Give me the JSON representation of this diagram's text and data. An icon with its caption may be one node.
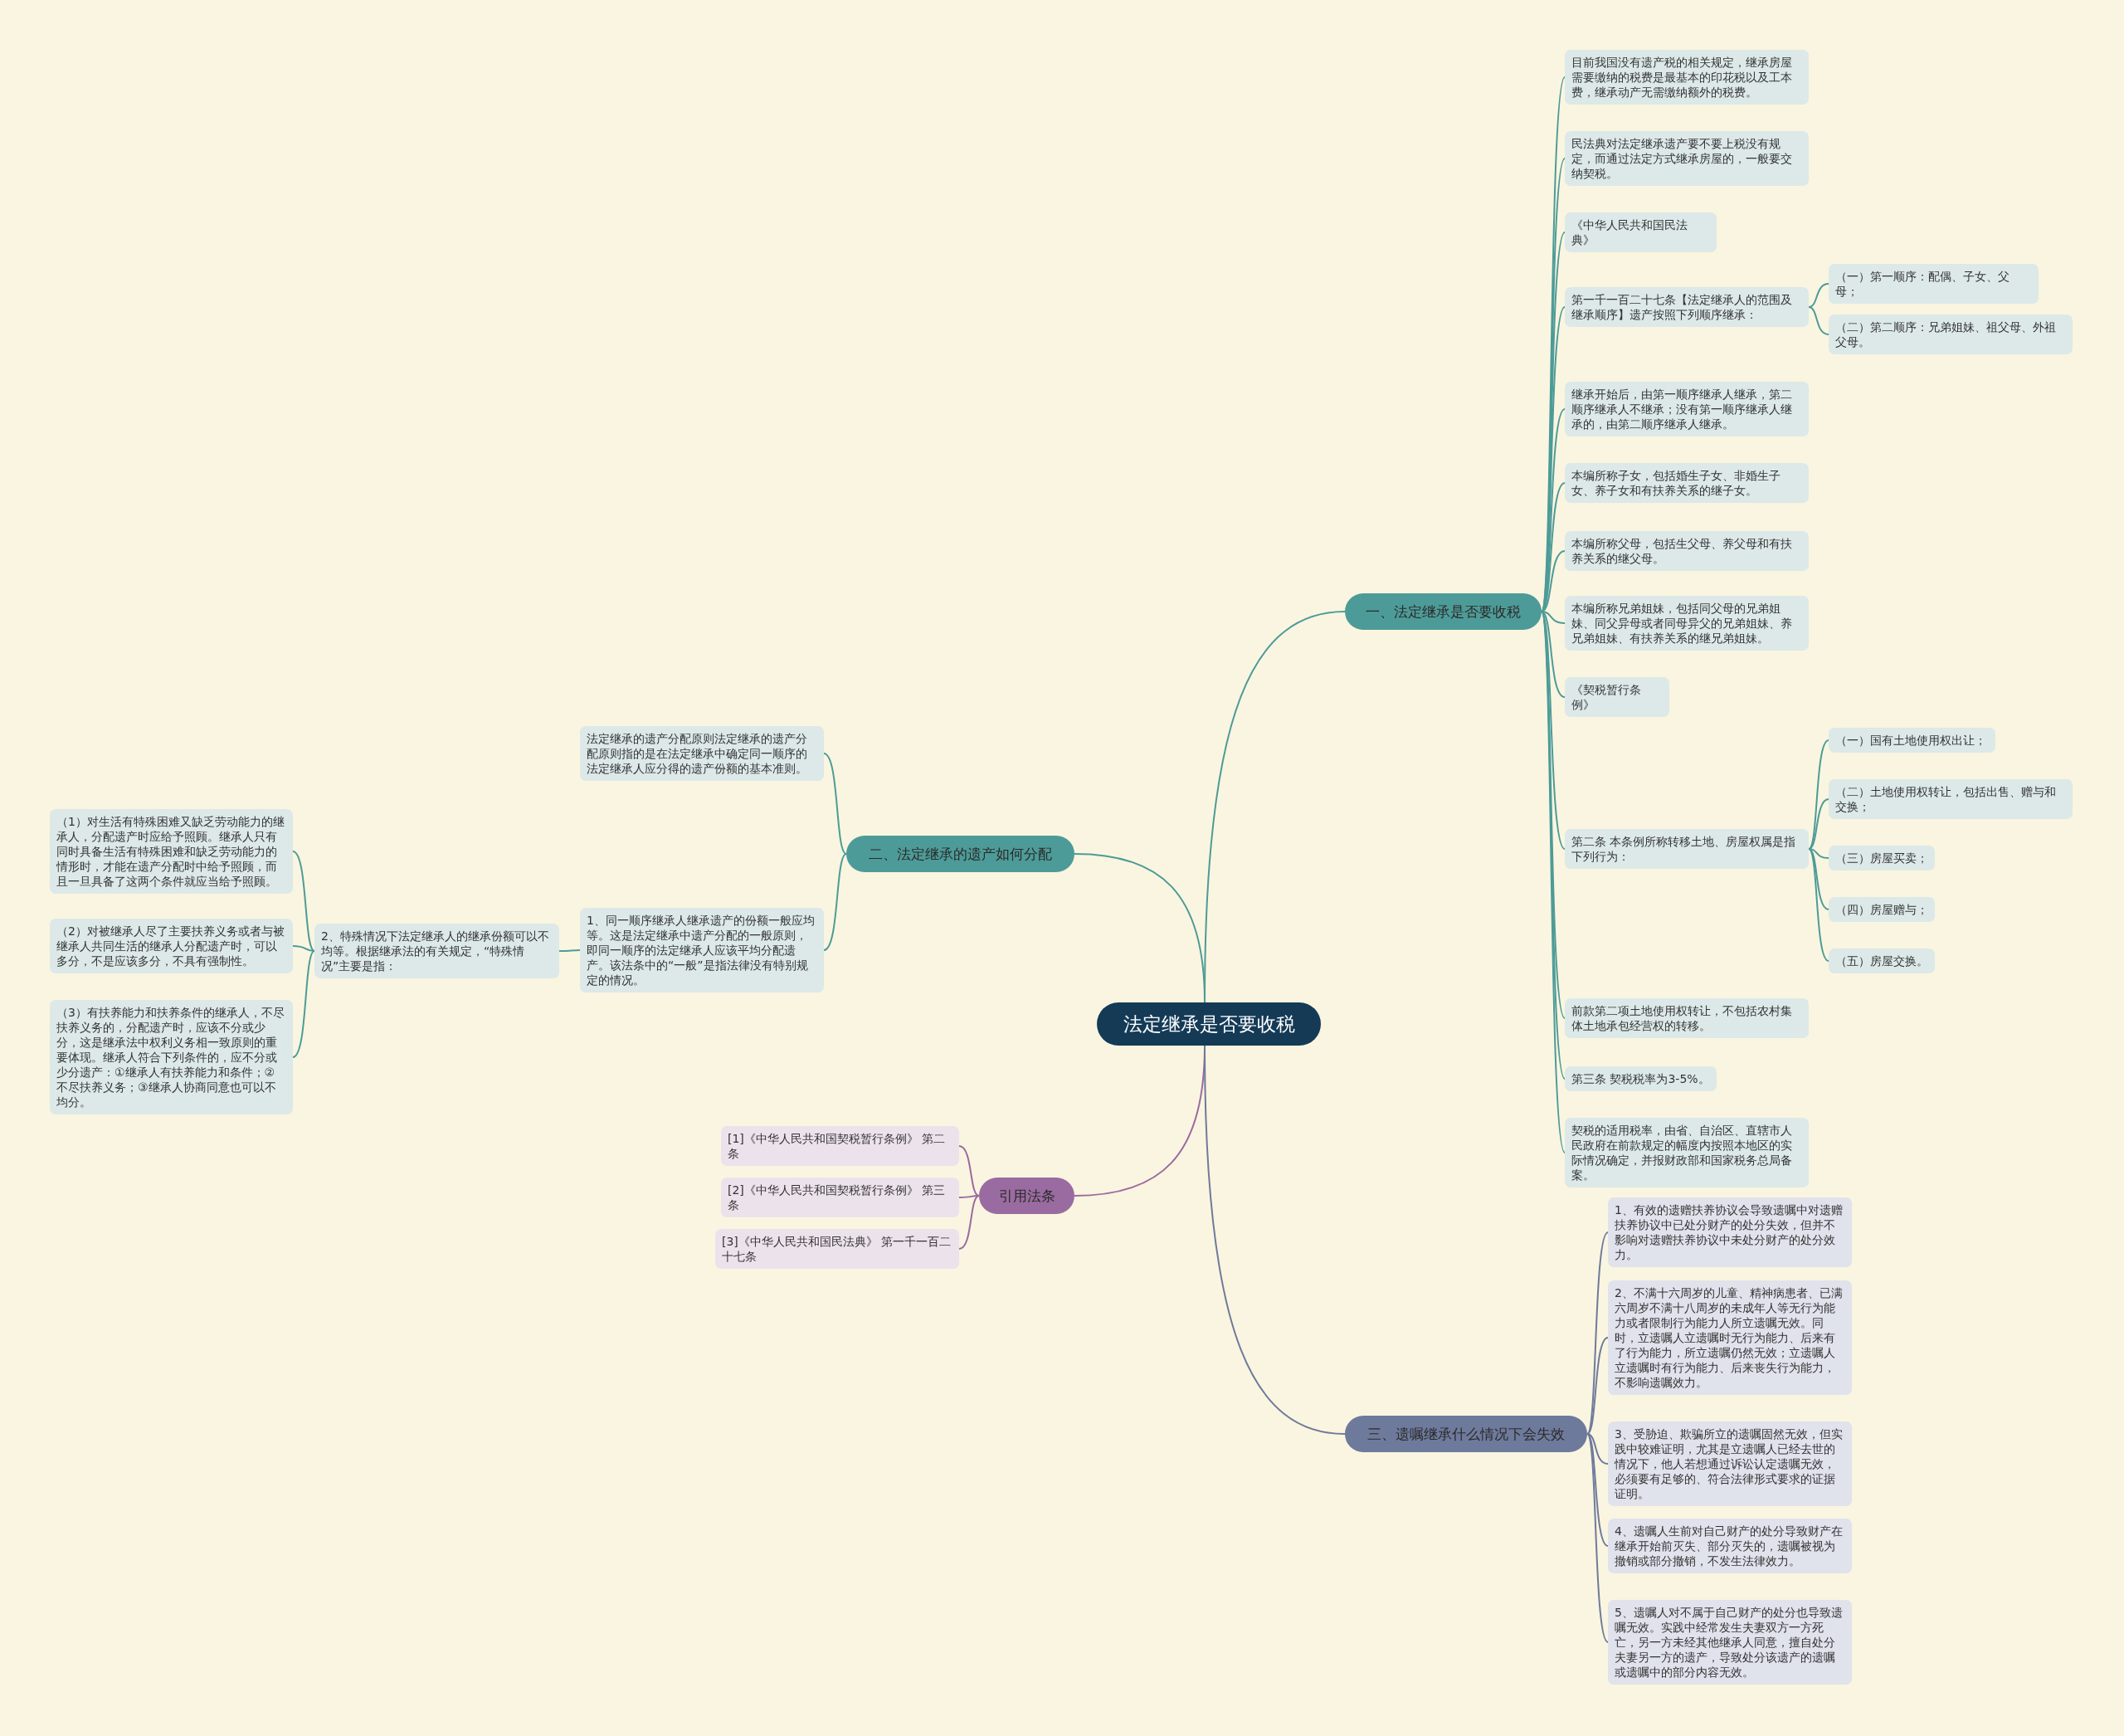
{
  "diagram": {
    "nodes": [
      {
        "text": [
          "法定继承是否要收税"
        ]
      },
      {
        "text": [
          "一、法定继承是否要收税"
        ]
      },
      {
        "text": [
          "目前我国没有遗产税的相关规定，继承房屋需要缴纳的税费是最基本的印花税以及工本费，继承动产无需缴纳额外的税费。"
        ]
      },
      {
        "text": [
          "民法典对法定继承遗产要不要上税没有规定，而通过法定方式继承房屋的，一般要交纳契税。"
        ]
      },
      {
        "text": [
          "《中华人民共和国民法典》"
        ]
      },
      {
        "text": [
          "第一千一百二十七条【法定继承人的范围及继承顺序】遗产按照下列顺序继承："
        ]
      },
      {
        "text": [
          "（一）第一顺序：配偶、子女、父母；"
        ]
      },
      {
        "text": [
          "（二）第二顺序：兄弟姐妹、祖父母、外祖父母。"
        ]
      },
      {
        "text": [
          "继承开始后，由第一顺序继承人继承，第二顺序继承人不继承；没有第一顺序继承人继承的，由第二顺序继承人继承。"
        ]
      },
      {
        "text": [
          "本编所称子女，包括婚生子女、非婚生子女、养子女和有扶养关系的继子女。"
        ]
      },
      {
        "text": [
          "本编所称父母，包括生父母、养父母和有扶养关系的继父母。"
        ]
      },
      {
        "text": [
          "本编所称兄弟姐妹，包括同父母的兄弟姐妹、同父异母或者同母异父的兄弟姐妹、养兄弟姐妹、有扶养关系的继兄弟姐妹。"
        ]
      },
      {
        "text": [
          "《契税暂行条例》"
        ]
      },
      {
        "text": [
          "第二条 本条例所称转移土地、房屋权属是指下列行为："
        ]
      },
      {
        "text": [
          "（一）国有土地使用权出让；"
        ]
      },
      {
        "text": [
          "（二）土地使用权转让，包括出售、赠与和交换；"
        ]
      },
      {
        "text": [
          "（三）房屋买卖；"
        ]
      },
      {
        "text": [
          "（四）房屋赠与；"
        ]
      },
      {
        "text": [
          "（五）房屋交换。"
        ]
      },
      {
        "text": [
          "前款第二项土地使用权转让，不包括农村集体土地承包经营权的转移。"
        ]
      },
      {
        "text": [
          "第三条 契税税率为3-5%。"
        ]
      },
      {
        "text": [
          "契税的适用税率，由省、自治区、直辖市人民政府在前款规定的幅度内按照本地区的实际情况确定，并报财政部和国家税务总局备案。"
        ]
      },
      {
        "text": [
          "二、法定继承的遗产如何分配"
        ]
      },
      {
        "text": [
          "法定继承的遗产分配原则法定继承的遗产分配原则指的是在法定继承中确定同一顺序的法定继承人应分得的遗产份额的基本准则。"
        ]
      },
      {
        "text": [
          "1、同一顺序继承人继承遗产的份额一般应均等。这是法定继承中遗产分配的一般原则，即同一顺序的法定继承人应该平均分配遗产。该法条中的“一般”是指法律没有特别规定的情况。"
        ]
      },
      {
        "text": [
          "2、特殊情况下法定继承人的继承份额可以不均等。根据继承法的有关规定，“特殊情况”主要是指："
        ]
      },
      {
        "text": [
          "（1）对生活有特殊困难又缺乏劳动能力的继承人，分配遗产时应给予照顾。继承人只有同时具备生活有特殊困难和缺乏劳动能力的情形时，才能在遗产分配时中给予照顾，而且一旦具备了这两个条件就应当给予照顾。"
        ]
      },
      {
        "text": [
          "（2）对被继承人尽了主要扶养义务或者与被继承人共同生活的继承人分配遗产时，可以多分，不是应该多分，不具有强制性。"
        ]
      },
      {
        "text": [
          "（3）有扶养能力和扶养条件的继承人，不尽扶养义务的，分配遗产时，应该不分或少分，这是继承法中权利义务相一致原则的重要体现。继承人符合下列条件的，应不分或少分遗产：①继承人有扶养能力和条件；②不尽扶养义务；③继承人协商同意也可以不均分。"
        ]
      },
      {
        "text": [
          "引用法条"
        ]
      },
      {
        "text": [
          "[1]《中华人民共和国契税暂行条例》 第二条"
        ]
      },
      {
        "text": [
          "[2]《中华人民共和国契税暂行条例》 第三条"
        ]
      },
      {
        "text": [
          "[3]《中华人民共和国民法典》 第一千一百二十七条"
        ]
      },
      {
        "text": [
          "三、遗嘱继承什么情况下会失效"
        ]
      },
      {
        "text": [
          "1、有效的遗赠扶养协议会导致遗嘱中对遗赠扶养协议中已处分财产的处分失效，但并不影响对遗赠扶养协议中未处分财产的处分效力。"
        ]
      },
      {
        "text": [
          "2、不满十六周岁的儿童、精神病患者、已满六周岁不满十八周岁的未成年人等无行为能力或者限制行为能力人所立遗嘱无效。同时，立遗嘱人立遗嘱时无行为能力、后来有了行为能力，所立遗嘱仍然无效；立遗嘱人立遗嘱时有行为能力、后来丧失行为能力，不影响遗嘱效力。"
        ]
      },
      {
        "text": [
          "3、受胁迫、欺骗所立的遗嘱固然无效，但实践中较难证明，尤其是立遗嘱人已经去世的情况下，他人若想通过诉讼认定遗嘱无效，必须要有足够的、符合法律形式要求的证据证明。"
        ]
      },
      {
        "text": [
          "4、遗嘱人生前对自己财产的处分导致财产在继承开始前灭失、部分灭失的，遗嘱被视为撤销或部分撤销，不发生法律效力。"
        ]
      },
      {
        "text": [
          "5、遗嘱人对不属于自己财产的处分也导致遗嘱无效。实践中经常发生夫妻双方一方死亡，另一方未经其他继承人同意，擅自处分夫妻另一方的遗产，导致处分该遗产的遗嘱或遗嘱中的部分内容无效。"
        ]
      }
    ],
    "edges": [
      {
        "from": 0,
        "to": 1,
        "arrow": "none"
      },
      {
        "from": 1,
        "to": 2,
        "arrow": "none"
      },
      {
        "from": 1,
        "to": 3,
        "arrow": "none"
      },
      {
        "from": 1,
        "to": 4,
        "arrow": "none"
      },
      {
        "from": 1,
        "to": 5,
        "arrow": "none"
      },
      {
        "from": 5,
        "to": 6,
        "arrow": "none"
      },
      {
        "from": 5,
        "to": 7,
        "arrow": "none"
      },
      {
        "from": 1,
        "to": 8,
        "arrow": "none"
      },
      {
        "from": 1,
        "to": 9,
        "arrow": "none"
      },
      {
        "from": 1,
        "to": 10,
        "arrow": "none"
      },
      {
        "from": 1,
        "to": 11,
        "arrow": "none"
      },
      {
        "from": 1,
        "to": 12,
        "arrow": "none"
      },
      {
        "from": 1,
        "to": 13,
        "arrow": "none"
      },
      {
        "from": 13,
        "to": 14,
        "arrow": "none"
      },
      {
        "from": 13,
        "to": 15,
        "arrow": "none"
      },
      {
        "from": 13,
        "to": 16,
        "arrow": "none"
      },
      {
        "from": 13,
        "to": 17,
        "arrow": "none"
      },
      {
        "from": 13,
        "to": 18,
        "arrow": "none"
      },
      {
        "from": 1,
        "to": 19,
        "arrow": "none"
      },
      {
        "from": 1,
        "to": 20,
        "arrow": "none"
      },
      {
        "from": 1,
        "to": 21,
        "arrow": "none"
      },
      {
        "from": 0,
        "to": 22,
        "arrow": "none"
      },
      {
        "from": 22,
        "to": 23,
        "arrow": "none"
      },
      {
        "from": 22,
        "to": 24,
        "arrow": "none"
      },
      {
        "from": 24,
        "to": 25,
        "arrow": "none"
      },
      {
        "from": 25,
        "to": 26,
        "arrow": "none"
      },
      {
        "from": 25,
        "to": 27,
        "arrow": "none"
      },
      {
        "from": 25,
        "to": 28,
        "arrow": "none"
      },
      {
        "from": 0,
        "to": 29,
        "arrow": "none",
        "color": "#9a6ba0"
      },
      {
        "from": 29,
        "to": 30,
        "arrow": "none",
        "color": "#9a6ba0"
      },
      {
        "from": 29,
        "to": 31,
        "arrow": "none",
        "color": "#9a6ba0"
      },
      {
        "from": 29,
        "to": 32,
        "arrow": "none",
        "color": "#9a6ba0"
      },
      {
        "from": 0,
        "to": 33,
        "arrow": "none",
        "color": "#6e7a9c"
      },
      {
        "from": 33,
        "to": 34,
        "arrow": "none",
        "color": "#6e7a9c"
      },
      {
        "from": 33,
        "to": 35,
        "arrow": "none",
        "color": "#6e7a9c"
      },
      {
        "from": 33,
        "to": 36,
        "arrow": "none",
        "color": "#6e7a9c"
      },
      {
        "from": 33,
        "to": 37,
        "arrow": "none",
        "color": "#6e7a9c"
      },
      {
        "from": 33,
        "to": 38,
        "arrow": "none",
        "color": "#6e7a9c"
      }
    ]
  }
}
